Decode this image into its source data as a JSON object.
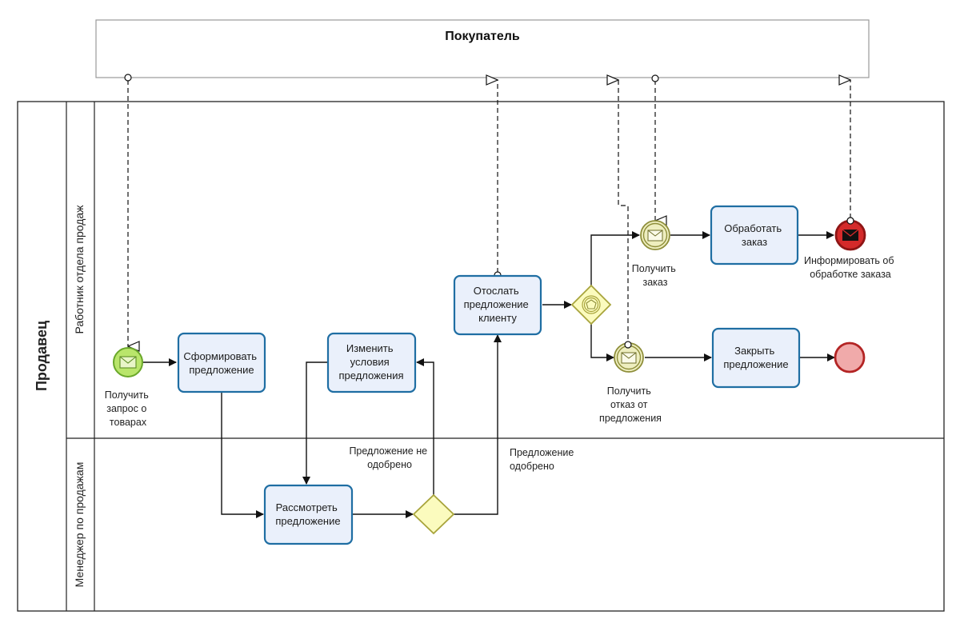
{
  "pools": {
    "buyer": {
      "title": "Покупатель"
    },
    "seller": {
      "title": "Продавец"
    }
  },
  "lanes": {
    "sales_worker": "Работник отдела продаж",
    "sales_manager": "Менеджер по продажам"
  },
  "tasks": {
    "form_offer": [
      "Сформировать",
      "предложение"
    ],
    "change_terms": [
      "Изменить",
      "условия",
      "предложения"
    ],
    "send_offer": [
      "Отослать",
      "предложение",
      "клиенту"
    ],
    "process_order": [
      "Обработать",
      "заказ"
    ],
    "close_offer": [
      "Закрыть",
      "предложение"
    ],
    "review_offer": [
      "Рассмотреть",
      "предложение"
    ]
  },
  "events": {
    "request_goods": [
      "Получить",
      "запрос о",
      "товарах"
    ],
    "receive_order": [
      "Получить",
      "заказ"
    ],
    "receive_refusal": [
      "Получить",
      "отказ от",
      "предложения"
    ],
    "inform_processing": [
      "Информировать об",
      "обработке заказа"
    ]
  },
  "flow_labels": {
    "not_approved": [
      "Предложение не",
      "одобрено"
    ],
    "approved": [
      "Предложение",
      "одобрено"
    ]
  },
  "colors": {
    "task_fill": "#eaf0fb",
    "task_stroke": "#1f6ea3",
    "start_fill": "#b9e56b",
    "start_stroke": "#6aa82a",
    "intermediate_fill": "#eeeebf",
    "intermediate_stroke": "#8e8e3a",
    "gateway_fill": "#fbfbbe",
    "gateway_stroke": "#a8a43c",
    "end_message_fill": "#d42a2a",
    "end_fill": "#f0aaaa",
    "end_stroke": "#b32424"
  },
  "icons": {
    "start_event": "envelope-icon",
    "intermediate_events": "envelope-icon",
    "end_event_message": "envelope-filled-icon",
    "event_gateway": "pentagon-icon"
  }
}
